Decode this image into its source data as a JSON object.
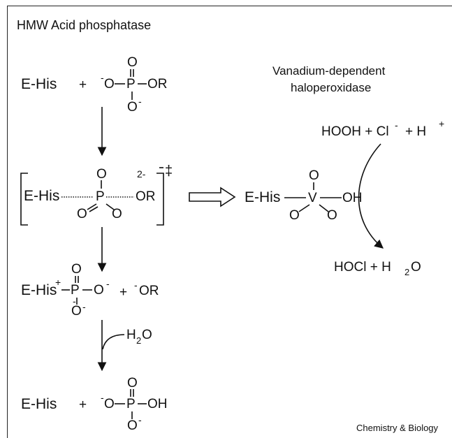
{
  "title": "HMW Acid phosphatase",
  "right_title": {
    "line1": "Vanadium-dependent",
    "line2": "haloperoxidase"
  },
  "credit": "Chemistry & Biology",
  "labels": {
    "ehis": "E-His",
    "plus": "+",
    "oxygen": "O",
    "phosphorus": "P",
    "or": "OR",
    "oh": "OH",
    "vanadium": "V",
    "minus": "-",
    "charge_2minus": "2-",
    "dagger": "‡",
    "plus_charge": "+",
    "water": "H",
    "water_sub": "2",
    "water_o": "O"
  },
  "halo_reaction": {
    "reactants": "HOOH + Cl",
    "reactant_h": "+  H",
    "products_hocl": "HOCl +  H",
    "products_sub": "2",
    "products_o": "O"
  },
  "colors": {
    "ink": "#111111",
    "background": "#ffffff"
  }
}
